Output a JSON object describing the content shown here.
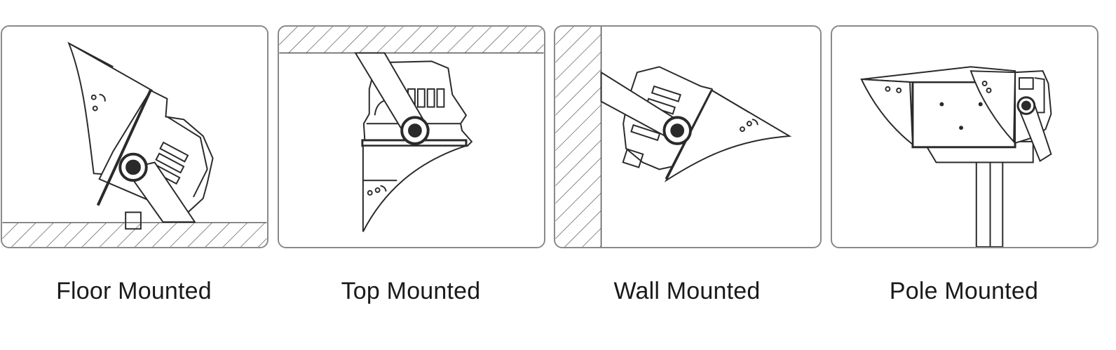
{
  "panels": [
    {
      "id": "floor",
      "caption": "Floor Mounted"
    },
    {
      "id": "top",
      "caption": "Top Mounted"
    },
    {
      "id": "wall",
      "caption": "Wall Mounted"
    },
    {
      "id": "pole",
      "caption": "Pole Mounted"
    }
  ],
  "colors": {
    "stroke": "#2a2a2a",
    "border": "#8a8a8a",
    "text": "#1a1a1a"
  }
}
